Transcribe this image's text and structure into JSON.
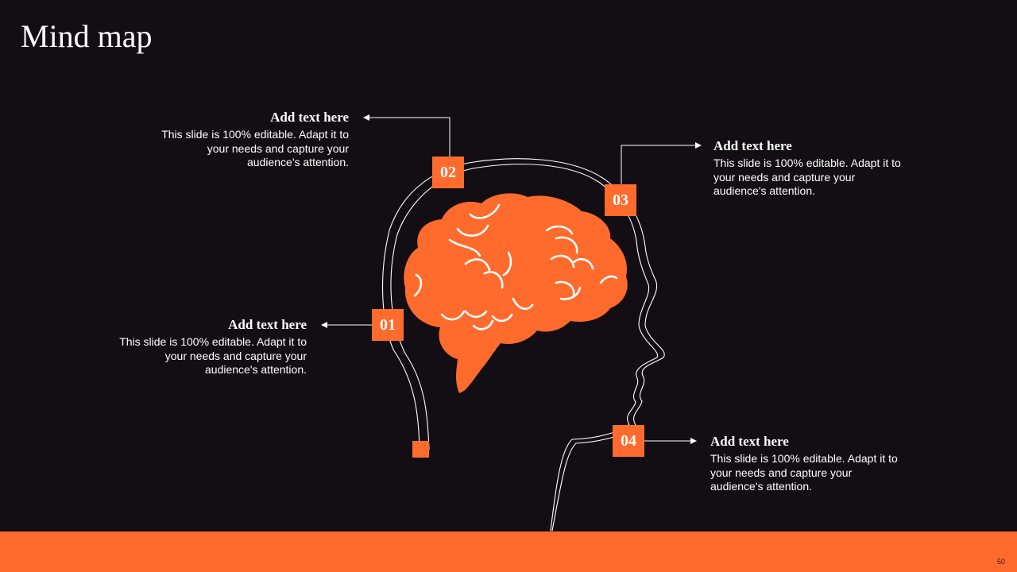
{
  "slide": {
    "title": "Mind map",
    "page_number": "50"
  },
  "items": [
    {
      "number": "01",
      "heading": "Add text here",
      "body": "This slide is 100% editable. Adapt it to your needs and capture your audience's attention."
    },
    {
      "number": "02",
      "heading": "Add text here",
      "body": "This slide is 100% editable. Adapt it to your needs and capture your audience's attention."
    },
    {
      "number": "03",
      "heading": "Add text here",
      "body": "This slide is 100% editable. Adapt it to your needs and capture your audience's attention."
    },
    {
      "number": "04",
      "heading": "Add text here",
      "body": "This slide is 100% editable. Adapt it to your needs and capture your audience's attention."
    }
  ],
  "colors": {
    "background": "#130e14",
    "accent": "#ff6b2c",
    "text": "#ffffff"
  },
  "icons": {
    "central": "brain-head-icon"
  }
}
